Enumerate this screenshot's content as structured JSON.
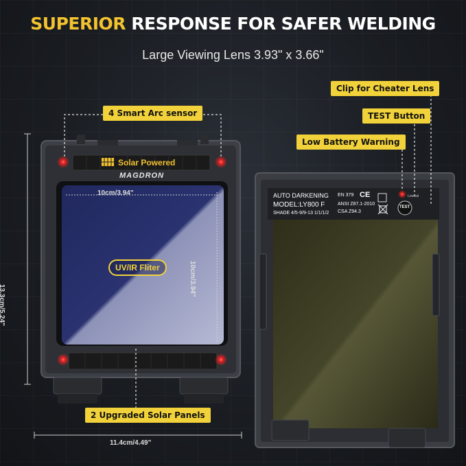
{
  "headline": {
    "accent": "SUPERIOR",
    "rest": " RESPONSE FOR SAFER WELDING"
  },
  "subhead": "Large Viewing Lens 3.93\" x 3.66\"",
  "callouts": {
    "sensor": "4 Smart Arc sensor",
    "clip": "Clip for Cheater Lens",
    "test": "TEST Button",
    "battery": "Low Battery Warning",
    "solar_panels": "2 Upgraded Solar Panels"
  },
  "front": {
    "solar_label": "Solar Powered",
    "brand": "MAGDRON",
    "filter_label": "UV/IR Fliter",
    "lens_width": "10cm/3.94\"",
    "lens_height": "10cm/3.94\"",
    "total_height": "13.3cm/5.24\"",
    "total_width": "11.4cm/4.49\""
  },
  "back": {
    "line1": "AUTO DARKENING",
    "line2": "MODEL:LY800 F",
    "line3": "SHADE 4/5-9/9-13 1/1/1/2",
    "std1": "EN 379",
    "std2": "ANSI Z87.1-2010",
    "std3": "CSA Z94.3",
    "lowbat": "Lowbat",
    "test_btn": "TEST",
    "ce": "CE"
  },
  "colors": {
    "accent": "#f2c230",
    "label_bg": "#f2d23a",
    "lens": "#1c2357",
    "dark_lens": "#3a3a22"
  }
}
